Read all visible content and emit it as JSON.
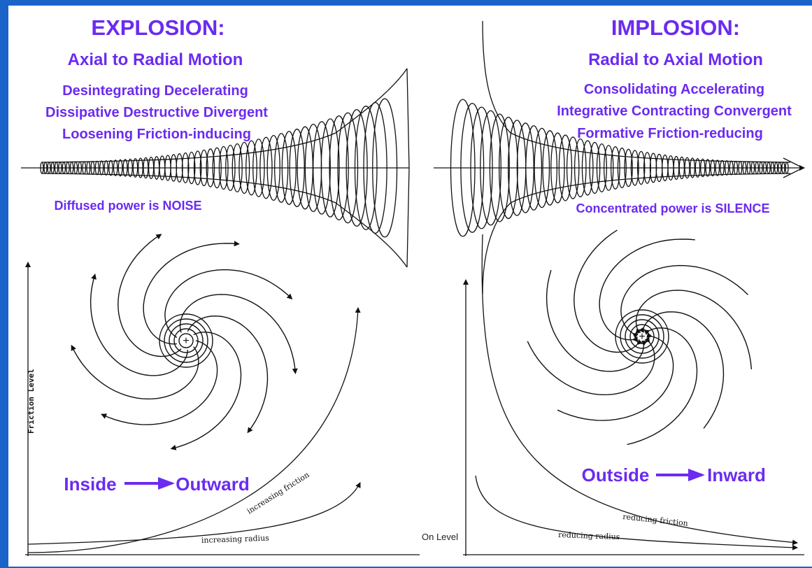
{
  "colors": {
    "frame": "#1a63c9",
    "text_accent": "#6b2bf0",
    "line": "#111111"
  },
  "left": {
    "title": "EXPLOSION:",
    "subtitle": "Axial to Radial Motion",
    "line1": "Desintegrating   Decelerating",
    "line2": "Dissipative  Destructive  Divergent",
    "line3": "Loosening   Friction-inducing",
    "power": "Diffused power is NOISE",
    "dir_from": "Inside",
    "dir_to": "Outward",
    "axis_label": "Friction Level",
    "curve_label": "increasing friction",
    "baseline_label": "increasing radius"
  },
  "right": {
    "title": "IMPLOSION:",
    "subtitle": "Radial to Axial Motion",
    "line1": "Consolidating   Accelerating",
    "line2": "Integrative   Contracting   Convergent",
    "line3": "Formative   Friction-reducing",
    "power": "Concentrated power is SILENCE",
    "dir_from": "Outside",
    "dir_to": "Inward",
    "axis_label": "On Level",
    "curve_label": "reducing friction",
    "baseline_label": "reducing radius"
  },
  "icons": [
    "arrow-right-icon",
    "arrow-right-icon"
  ]
}
